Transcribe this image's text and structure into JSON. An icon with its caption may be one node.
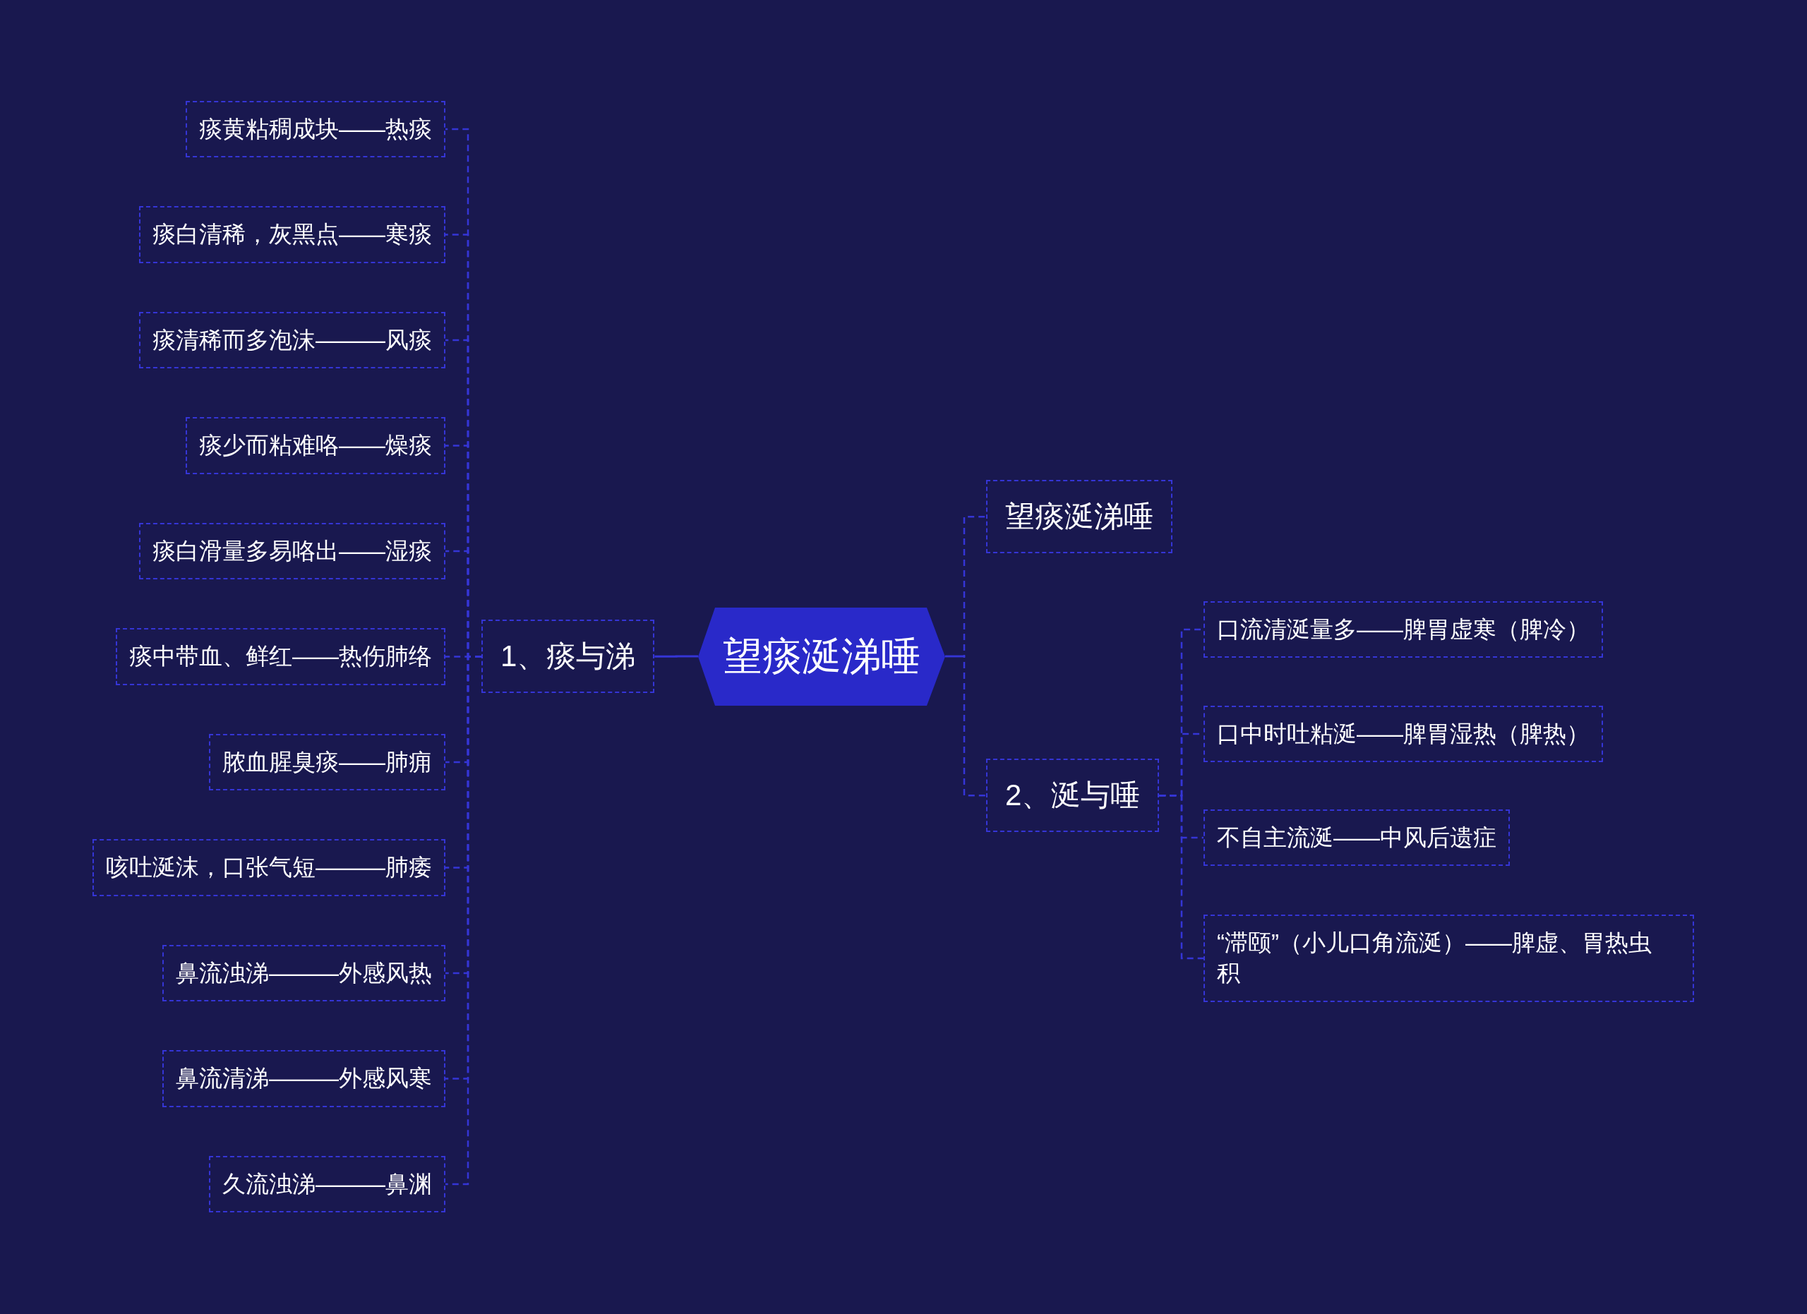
{
  "diagram": {
    "nodes": [
      {
        "text": [
          "望痰涎涕唾"
        ]
      },
      {
        "text": [
          "1、痰与涕"
        ]
      },
      {
        "text": [
          "痰黄粘稠成块——热痰"
        ]
      },
      {
        "text": [
          "痰白清稀，灰黑点——寒痰"
        ]
      },
      {
        "text": [
          "痰清稀而多泡沫———风痰"
        ]
      },
      {
        "text": [
          "痰少而粘难咯——燥痰"
        ]
      },
      {
        "text": [
          "痰白滑量多易咯出——湿痰"
        ]
      },
      {
        "text": [
          "痰中带血、鲜红——热伤肺络"
        ]
      },
      {
        "text": [
          "脓血腥臭痰——肺痈"
        ]
      },
      {
        "text": [
          "咳吐涎沫，口张气短———肺痿"
        ]
      },
      {
        "text": [
          "鼻流浊涕———外感风热"
        ]
      },
      {
        "text": [
          "鼻流清涕———外感风寒"
        ]
      },
      {
        "text": [
          "久流浊涕———鼻渊"
        ]
      },
      {
        "text": [
          "望痰涎涕唾"
        ]
      },
      {
        "text": [
          "2、涎与唾"
        ]
      },
      {
        "text": [
          "口流清涎量多——脾胃虚寒（脾冷）"
        ]
      },
      {
        "text": [
          "口中时吐粘涎——脾胃湿热（脾热）"
        ]
      },
      {
        "text": [
          "不自主流涎——中风后遗症"
        ]
      },
      {
        "text": [
          "“滞颐”（小儿口角流涎）——脾虚、胃热虫积"
        ]
      }
    ],
    "edges": [
      {
        "from": 0,
        "to": 1,
        "arrow": "none"
      },
      {
        "from": 1,
        "to": 2,
        "arrow": "none",
        "style": "dashed"
      },
      {
        "from": 1,
        "to": 3,
        "arrow": "none",
        "style": "dashed"
      },
      {
        "from": 1,
        "to": 4,
        "arrow": "none",
        "style": "dashed"
      },
      {
        "from": 1,
        "to": 5,
        "arrow": "none",
        "style": "dashed"
      },
      {
        "from": 1,
        "to": 6,
        "arrow": "none",
        "style": "dashed"
      },
      {
        "from": 1,
        "to": 7,
        "arrow": "none",
        "style": "dashed"
      },
      {
        "from": 1,
        "to": 8,
        "arrow": "none",
        "style": "dashed"
      },
      {
        "from": 1,
        "to": 9,
        "arrow": "none",
        "style": "dashed"
      },
      {
        "from": 1,
        "to": 10,
        "arrow": "none",
        "style": "dashed"
      },
      {
        "from": 1,
        "to": 11,
        "arrow": "none",
        "style": "dashed"
      },
      {
        "from": 1,
        "to": 12,
        "arrow": "none",
        "style": "dashed"
      },
      {
        "from": 0,
        "to": 13,
        "arrow": "none",
        "style": "dashed"
      },
      {
        "from": 0,
        "to": 14,
        "arrow": "none",
        "style": "dashed"
      },
      {
        "from": 14,
        "to": 15,
        "arrow": "none",
        "style": "dashed"
      },
      {
        "from": 14,
        "to": 16,
        "arrow": "none",
        "style": "dashed"
      },
      {
        "from": 14,
        "to": 17,
        "arrow": "none",
        "style": "dashed"
      },
      {
        "from": 14,
        "to": 18,
        "arrow": "none",
        "style": "dashed"
      }
    ]
  }
}
